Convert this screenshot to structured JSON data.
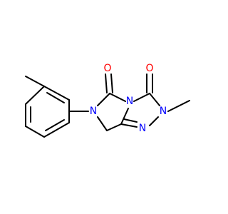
{
  "molecule": {
    "colors": {
      "bond": "#000000",
      "oxygen": "#ff0000",
      "nitrogen": "#0000ff"
    },
    "atoms": {
      "o1": "O",
      "o2": "O",
      "n_ring": "N",
      "n_fused": "N",
      "n_methyl": "N",
      "n_bottom": "N"
    }
  }
}
